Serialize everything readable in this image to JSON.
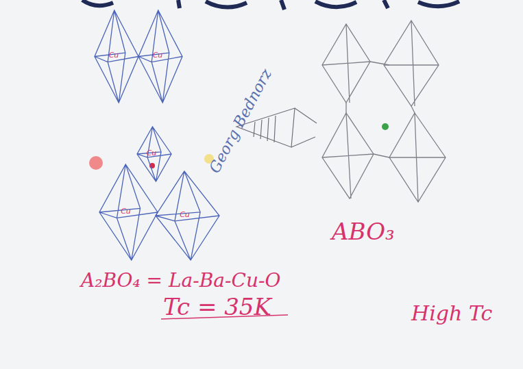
{
  "diagram": {
    "nodes": [
      {
        "text": [
          "Cu"
        ]
      },
      {
        "text": [
          "Cu"
        ]
      },
      {
        "text": [
          "Cu"
        ]
      },
      {
        "text": [
          "Cu"
        ]
      },
      {
        "text": [
          "Cu"
        ]
      }
    ],
    "labels": [
      "Georg Bednorz",
      "ABO₃",
      "A₂BO₄ = La-Ba-Cu-O",
      "Tc = 35K",
      "High Tc"
    ]
  }
}
